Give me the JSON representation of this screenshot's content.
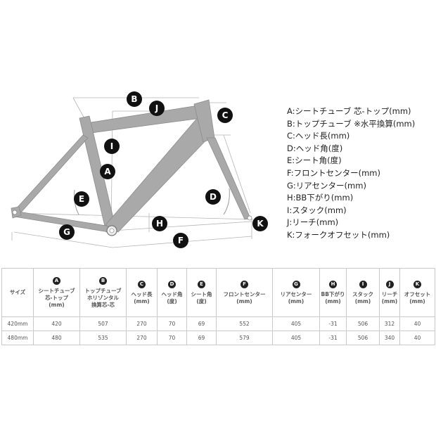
{
  "diagram": {
    "badges": [
      "B",
      "J",
      "C",
      "I",
      "A",
      "E",
      "D",
      "H",
      "G",
      "F",
      "K"
    ]
  },
  "legend": [
    "A:シートチューブ 芯-トップ(mm)",
    "B:トップチューブ ※水平換算(mm)",
    "C:ヘッド長(mm)",
    "D:ヘッド角(度)",
    "E:シート角(度)",
    "F:フロントセンター(mm)",
    "G:リアセンター(mm)",
    "H:BB下がり(mm)",
    "I:スタック(mm)",
    "J:リーチ(mm)",
    "K:フォークオフセット(mm)"
  ],
  "table": {
    "size_header": "サイズ",
    "columns": [
      {
        "badge": "A",
        "label": "シートチューブ\n芯-トップ\n(mm)"
      },
      {
        "badge": "B",
        "label": "トップチューブ\nホリゾンタル\n換算芯-芯"
      },
      {
        "badge": "C",
        "label": "ヘッド長\n(mm)"
      },
      {
        "badge": "D",
        "label": "ヘッド角\n(度)"
      },
      {
        "badge": "E",
        "label": "シート角\n(度)"
      },
      {
        "badge": "F",
        "label": "フロントセンター\n(mm)"
      },
      {
        "badge": "G",
        "label": "リアセンター\n(mm)"
      },
      {
        "badge": "H",
        "label": "BB下がり\n(mm)"
      },
      {
        "badge": "I",
        "label": "スタック\n(mm)"
      },
      {
        "badge": "J",
        "label": "リーチ\n(mm)"
      },
      {
        "badge": "K",
        "label": "オフセット\n(mm)"
      }
    ],
    "rows": [
      {
        "size": "420mm",
        "values": [
          "420",
          "507",
          "270",
          "70",
          "69",
          "552",
          "405",
          "-31",
          "506",
          "312",
          "40"
        ]
      },
      {
        "size": "480mm",
        "values": [
          "480",
          "535",
          "270",
          "70",
          "69",
          "579",
          "405",
          "-31",
          "506",
          "340",
          "40"
        ]
      }
    ]
  }
}
